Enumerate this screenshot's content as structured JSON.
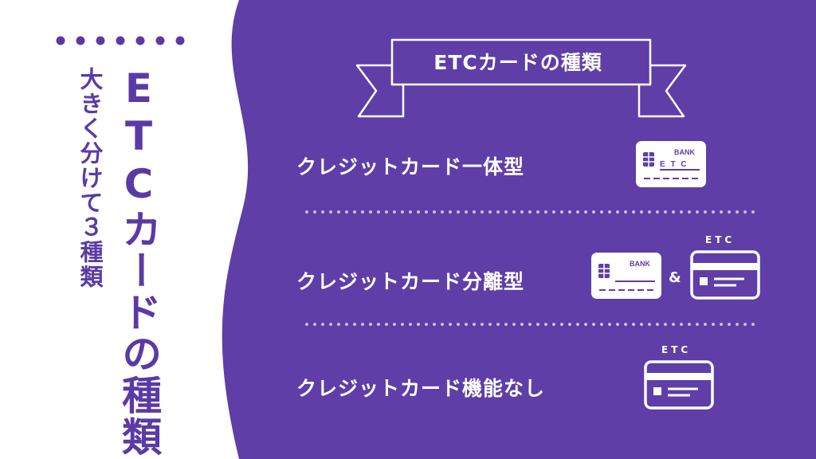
{
  "colors": {
    "brand_purple": "#5f3ea7",
    "white": "#ffffff",
    "title_purple": "#5b3aa5"
  },
  "left_panel": {
    "title": "ETCカードの種類",
    "subtitle": "大きく分けて３種類"
  },
  "ribbon": {
    "title": "ETCカードの種類"
  },
  "rows": [
    {
      "label": "クレジットカード一体型",
      "icon": "bank-etc-card-icon"
    },
    {
      "label": "クレジットカード分離型",
      "icon": "bank-card-and-etc-card-icon"
    },
    {
      "label": "クレジットカード機能なし",
      "icon": "etc-card-icon"
    }
  ],
  "card_text": {
    "bank": "BANK",
    "etc": "ETC",
    "etc_spaced": "E T C",
    "ampersand": "&"
  }
}
